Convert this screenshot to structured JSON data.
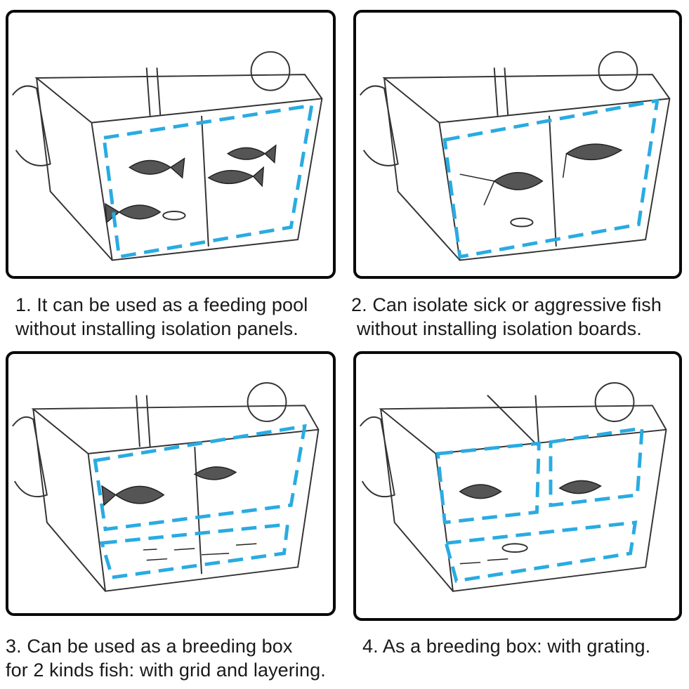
{
  "accent_color": "#29ABE2",
  "panels": [
    {
      "illustration": "breeder-box-feeding-pool",
      "caption_line1": "1. It can be used as a feeding pool",
      "caption_line2": "without installing isolation panels."
    },
    {
      "illustration": "breeder-box-isolation",
      "caption_line1": "2. Can isolate sick or aggressive fish",
      "caption_line2": "without installing isolation boards."
    },
    {
      "illustration": "breeder-box-grid-layering",
      "caption_line1": "3. Can be used as a breeding box",
      "caption_line2": "for 2 kinds fish: with grid and layering."
    },
    {
      "illustration": "breeder-box-grating",
      "caption_line1": "4. As a breeding box: with grating.",
      "caption_line2": ""
    }
  ]
}
